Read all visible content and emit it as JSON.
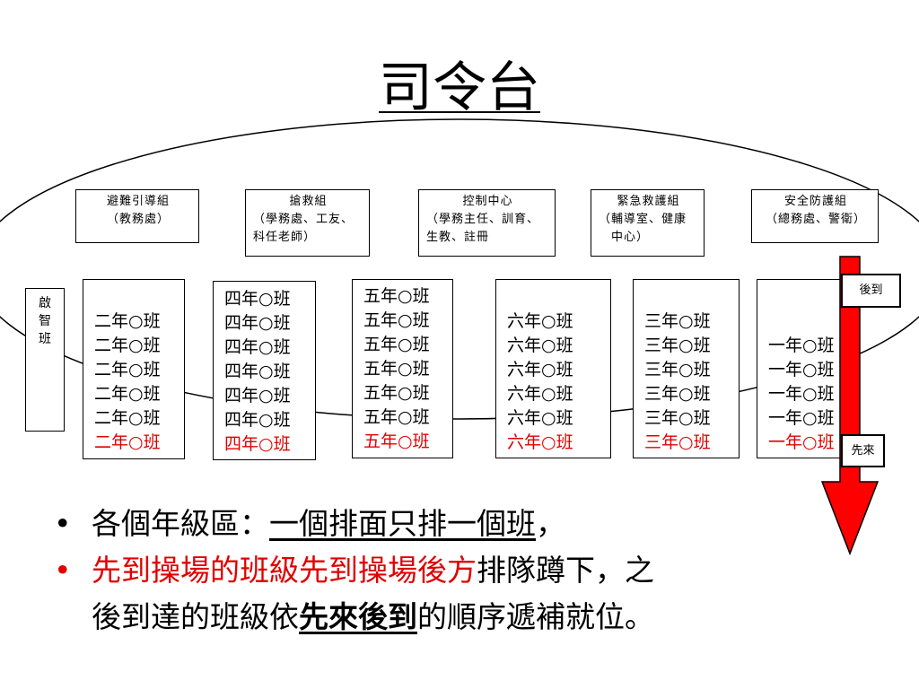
{
  "title": "司令台",
  "groups": [
    {
      "lines": [
        "避難引導組",
        "（教務處）"
      ],
      "center": true
    },
    {
      "lines": [
        "搶救組",
        "（學務處、工友、",
        "科任老師）"
      ],
      "center": false
    },
    {
      "lines": [
        "控制中心",
        "（學務主任、訓育、",
        "生教、註冊"
      ],
      "center": false
    },
    {
      "lines": [
        "緊急救護組",
        "（輔導室、健康",
        "　中心）"
      ],
      "center": false
    },
    {
      "lines": [
        "安全防護組",
        "（總務處、警衛）"
      ],
      "center": true
    }
  ],
  "side_class": {
    "label": "啟智班",
    "chars": [
      "啟",
      "智",
      "班"
    ]
  },
  "columns": [
    {
      "grade": "二年",
      "items": [
        "二年○班",
        "二年○班",
        "二年○班",
        "二年○班",
        "二年○班",
        "二年○班"
      ]
    },
    {
      "grade": "四年",
      "items": [
        "四年○班",
        "四年○班",
        "四年○班",
        "四年○班",
        "四年○班",
        "四年○班",
        "四年○班"
      ]
    },
    {
      "grade": "五年",
      "items": [
        "五年○班",
        "五年○班",
        "五年○班",
        "五年○班",
        "五年○班",
        "五年○班",
        "五年○班"
      ]
    },
    {
      "grade": "六年",
      "items": [
        "六年○班",
        "六年○班",
        "六年○班",
        "六年○班",
        "六年○班",
        "六年○班"
      ]
    },
    {
      "grade": "三年",
      "items": [
        "三年○班",
        "三年○班",
        "三年○班",
        "三年○班",
        "三年○班",
        "三年○班"
      ]
    },
    {
      "grade": "一年",
      "items": [
        "一年○班",
        "一年○班",
        "一年○班",
        "一年○班",
        "一年○班"
      ]
    }
  ],
  "arrow": {
    "top_label": "後到",
    "bottom_label": "先來",
    "color": "#ff0000"
  },
  "bullets": {
    "b1": {
      "dot": "•",
      "prefix": "各個年級區：",
      "underlined": "一個排面只排一個班",
      "suffix": "，"
    },
    "b2": {
      "dot": "•",
      "red": "先到操場的班級先到操場後方",
      "text1": "排隊蹲下，之",
      "text2": "後到達的班級依",
      "bold": "先來後到",
      "text3": "的順序遞補就位。"
    }
  },
  "colors": {
    "accent_red": "#e00000",
    "border": "#000000"
  }
}
